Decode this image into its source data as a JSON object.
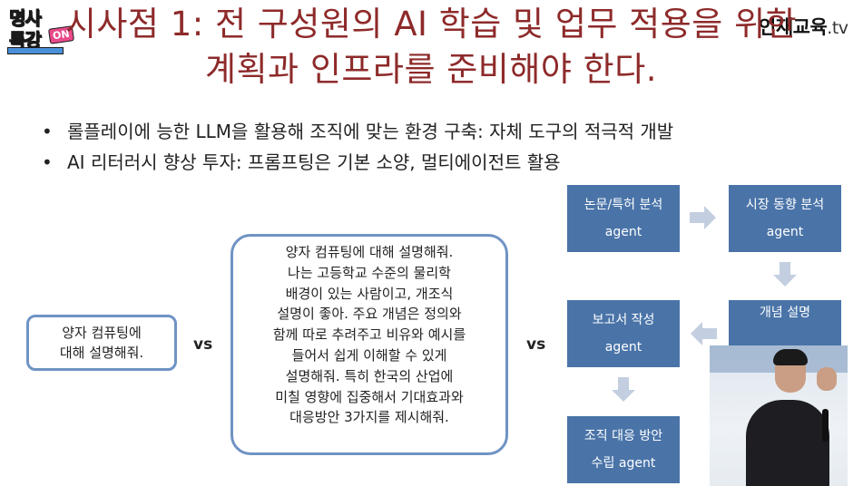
{
  "title": {
    "line1": "시사점 1: 전 구성원의 AI 학습 및 업무 적용을 위한",
    "line2": "계획과 인프라를 준비해야 한다."
  },
  "logos": {
    "left_line1": "명사",
    "left_line2": "특강",
    "left_badge": "ON",
    "right_name": "인재교육",
    "right_suffix": ".tv"
  },
  "bullets": [
    "롤플레이에 능한 LLM을 활용해 조직에 맞는 환경 구축: 자체 도구의 적극적 개발",
    "AI 리터러시 향상 투자: 프롬프팅은 기본 소양, 멀티에이전트 활용"
  ],
  "prompt_short": [
    "양자 컴퓨팅에",
    "대해 설명해줘."
  ],
  "prompt_long": [
    "양자 컴퓨팅에 대해 설명해줘.",
    "나는 고등학교 수준의 물리학",
    "배경이 있는 사람이고, 개조식",
    "설명이 좋아. 주요 개념은 정의와",
    "함께 따로 추려주고 비유와 예시를",
    "들어서 쉽게 이해할 수 있게",
    "설명해줘. 특히 한국의 산업에",
    "미칠 영향에 집중해서 기대효과와",
    "대응방안 3가지를 제시해줘."
  ],
  "vs1": "vs",
  "vs2": "vs",
  "agents": {
    "paper": [
      "논문/특허 분석",
      "agent"
    ],
    "market": [
      "시장 동향 분석",
      "agent"
    ],
    "concept": [
      "개념 설명"
    ],
    "report": [
      "보고서 작성",
      "agent"
    ],
    "org": [
      "조직 대응 방안",
      "수립 agent"
    ]
  },
  "colors": {
    "title": "#8e2a2a",
    "box_border": "#6f93c4",
    "agent_fill": "#4a74a8",
    "arrow": "#c3cfe0"
  }
}
